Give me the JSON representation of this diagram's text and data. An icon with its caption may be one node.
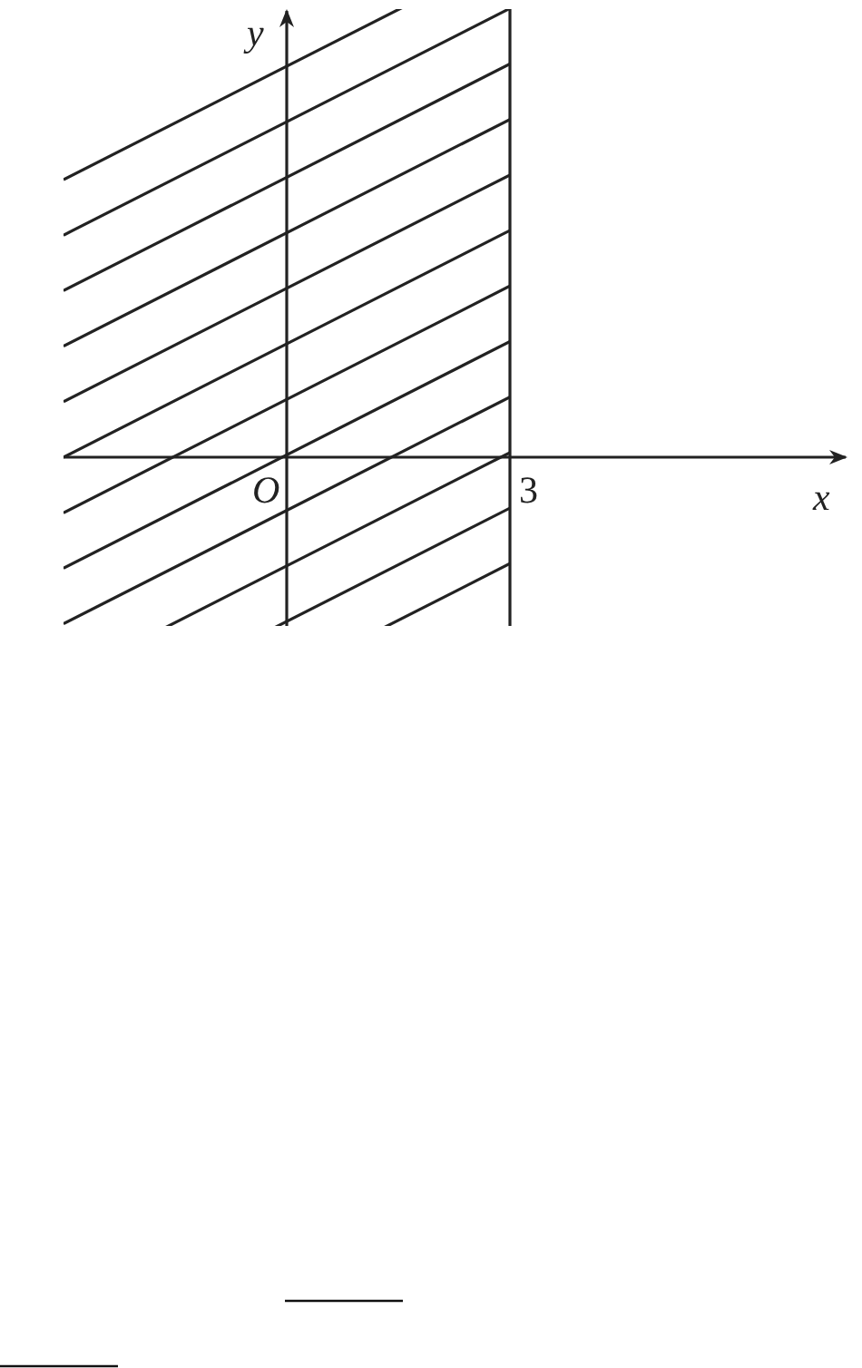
{
  "diagram": {
    "labels": [
      "y",
      "O",
      "3",
      "x"
    ]
  }
}
